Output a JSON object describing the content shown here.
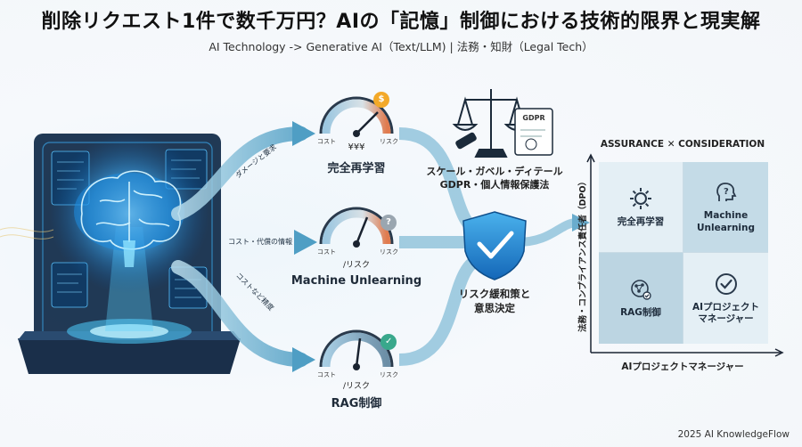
{
  "header": {
    "title": "削除リクエスト1件で数千万円？AIの「記憶」制御における技術的限界と現実解",
    "subtitle": "AI Technology -> Generative AI（Text/LLM) | 法務・知財（Legal Tech）"
  },
  "arrows": {
    "top": "ダメージと要求",
    "middle": "コスト・代償の情報",
    "bottom": "コストなど精度"
  },
  "options": [
    {
      "name": "完全再学習",
      "cost_label": "コスト",
      "risk_label": "リスク",
      "mid_text": "¥¥¥",
      "badge": "$"
    },
    {
      "name": "Machine Unlearning",
      "cost_label": "コスト",
      "risk_label": "リスク",
      "mid_text": "/リスク",
      "badge": "?"
    },
    {
      "name": "RAG制御",
      "cost_label": "コスト",
      "risk_label": "リスク",
      "mid_text": "/リスク",
      "badge": "✓"
    }
  ],
  "legal": {
    "doc_label": "GDPR",
    "line1": "スケール・ガベル・ディテール",
    "line2": "GDPR・個人情報保護法"
  },
  "decision": {
    "line1": "リスク緩和策と",
    "line2": "意思決定"
  },
  "matrix": {
    "title": "ASSURANCE ✕ CONSIDERATION",
    "y_axis": "法務・コンプライアンス責任者（DPO）",
    "x_axis": "AIプロジェクトマネージャー",
    "quadrants": [
      {
        "label": "完全再学習",
        "icon": "gear-icon"
      },
      {
        "label": "Machine\nUnlearning",
        "icon": "head-question-icon"
      },
      {
        "label": "RAG制御",
        "icon": "network-icon"
      },
      {
        "label": "AIプロジェクト\nマネージャー",
        "icon": "check-circle-icon"
      }
    ]
  },
  "footer": "2025 AI KnowledgeFlow",
  "colors": {
    "accent": "#1e88d6",
    "arrow": "#5aa5c8",
    "quad_light": "#e8f2f7",
    "quad_dark": "#bcd5e2"
  }
}
